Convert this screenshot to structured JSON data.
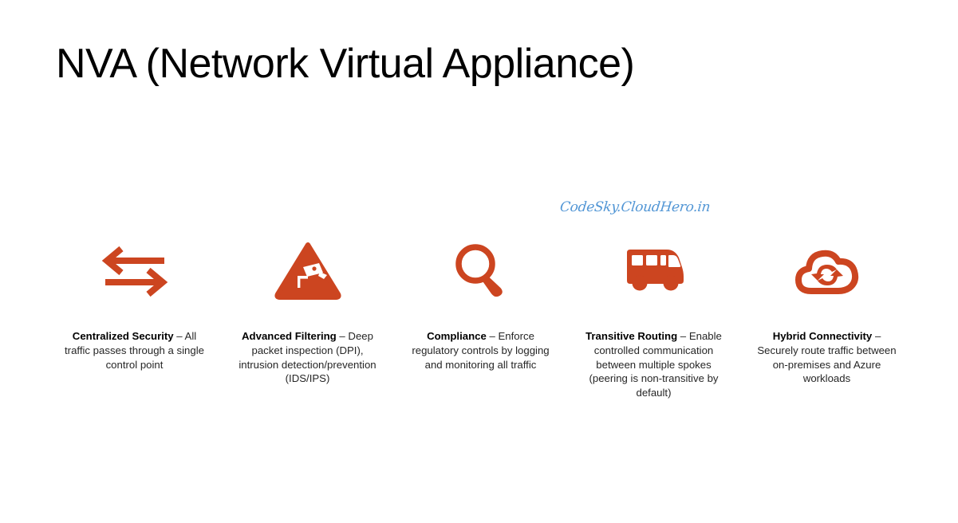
{
  "slide": {
    "title": "NVA (Network Virtual Appliance)",
    "watermark": "CodeSky.CloudHero.in",
    "accent_color": "#CC4520",
    "watermark_color": "#5296D5",
    "title_color": "#000000",
    "background_color": "#FFFFFF"
  },
  "columns": [
    {
      "icon": "bidirectional-arrows-icon",
      "term": "Centralized Security",
      "separator": " – ",
      "description": "All traffic passes through a single control point"
    },
    {
      "icon": "warning-triangle-cctv-camera-icon",
      "term": "Advanced Filtering",
      "separator": " – ",
      "description": "Deep packet inspection (DPI), intrusion detection/prevention (IDS/IPS)"
    },
    {
      "icon": "magnifying-glass-icon",
      "term": "Compliance",
      "separator": " – ",
      "description": "Enforce regulatory controls by logging and monitoring all traffic"
    },
    {
      "icon": "bus-icon",
      "term": "Transitive Routing",
      "separator": " – ",
      "description": "Enable controlled communication between multiple spokes (peering is non-transitive by default)"
    },
    {
      "icon": "cloud-sync-icon",
      "term": "Hybrid Connectivity",
      "separator": " – ",
      "description": "Securely route traffic between on-premises and Azure workloads"
    }
  ]
}
